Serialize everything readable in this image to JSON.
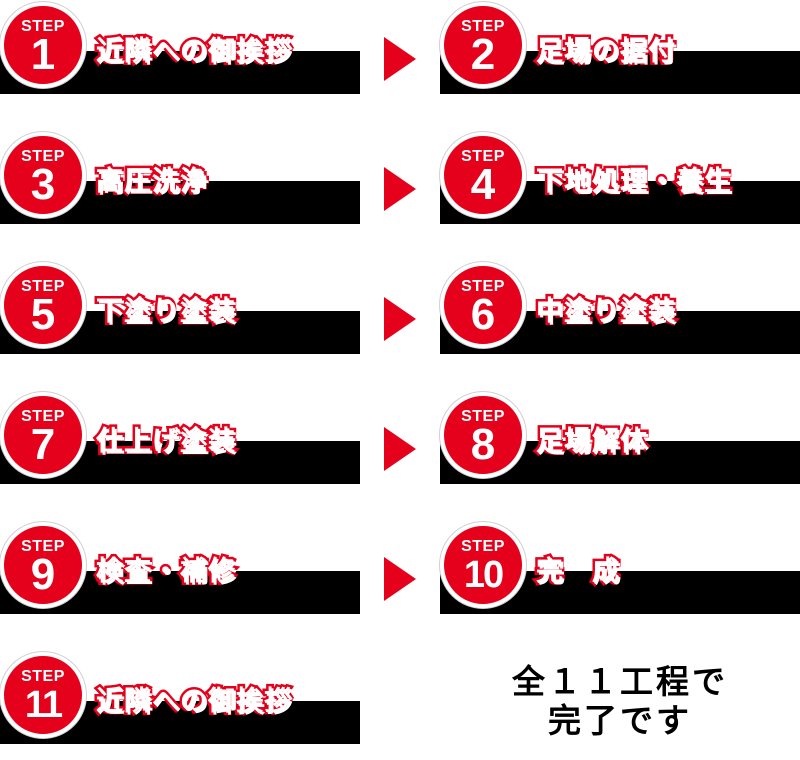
{
  "step_word": "STEP",
  "steps": [
    {
      "num": "1",
      "label": "近隣への御挨拶"
    },
    {
      "num": "2",
      "label": "足場の据付"
    },
    {
      "num": "3",
      "label": "高圧洗浄"
    },
    {
      "num": "4",
      "label": "下地処理・養生"
    },
    {
      "num": "5",
      "label": "下塗り塗装"
    },
    {
      "num": "6",
      "label": "中塗り塗装"
    },
    {
      "num": "7",
      "label": "仕上げ塗装"
    },
    {
      "num": "8",
      "label": "足場解体"
    },
    {
      "num": "9",
      "label": "検査・補修"
    },
    {
      "num": "10",
      "label": "完　成"
    },
    {
      "num": "11",
      "label": "近隣への御挨拶"
    }
  ],
  "footer": {
    "line1": "全１１工程で",
    "line2": "完了です"
  },
  "colors": {
    "accent": "#e5001b",
    "bar": "#000000",
    "background": "#ffffff"
  },
  "icons": {
    "arrow": "triangle-right-icon"
  }
}
